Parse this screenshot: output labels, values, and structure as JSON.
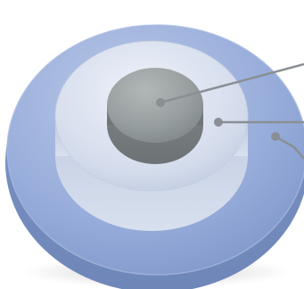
{
  "diagram": {
    "type": "concentric-layers",
    "layers": [
      {
        "id": "inner-core",
        "color": "#8e9597"
      },
      {
        "id": "middle-ring",
        "color": "#c9d3e6"
      },
      {
        "id": "outer-ring",
        "color": "#8ea6d2"
      }
    ],
    "callout_color": "#8a8f94",
    "labels": [
      "",
      "",
      ""
    ]
  }
}
